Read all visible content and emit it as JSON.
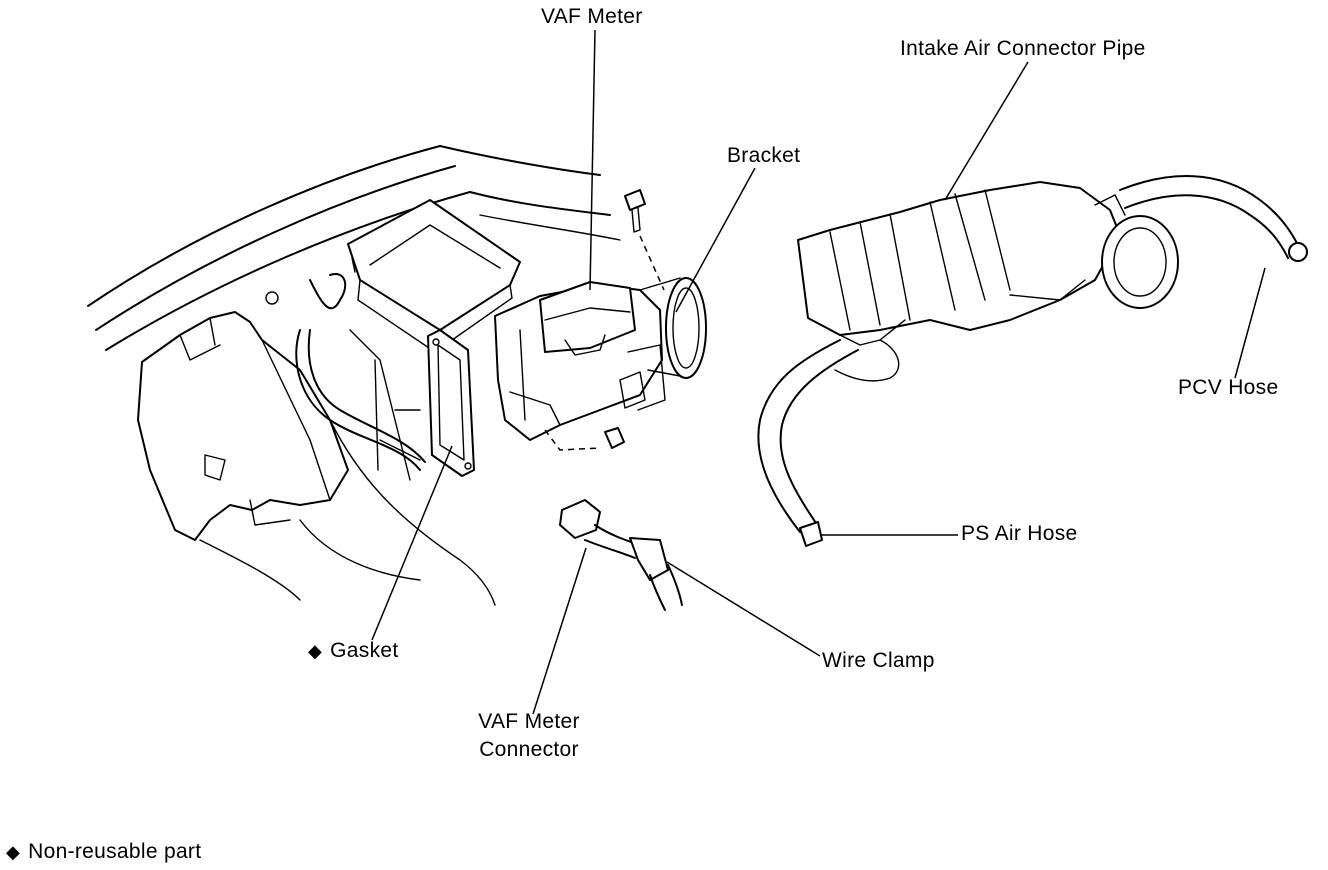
{
  "labels": {
    "vaf_meter": "VAF Meter",
    "intake_pipe": "Intake Air Connector Pipe",
    "bracket": "Bracket",
    "pcv_hose": "PCV Hose",
    "ps_air_hose": "PS Air Hose",
    "gasket": "Gasket",
    "wire_clamp": "Wire Clamp",
    "vaf_connector_line1": "VAF Meter",
    "vaf_connector_line2": "Connector"
  },
  "legend": {
    "symbol": "◆",
    "text": "Non-reusable part"
  }
}
